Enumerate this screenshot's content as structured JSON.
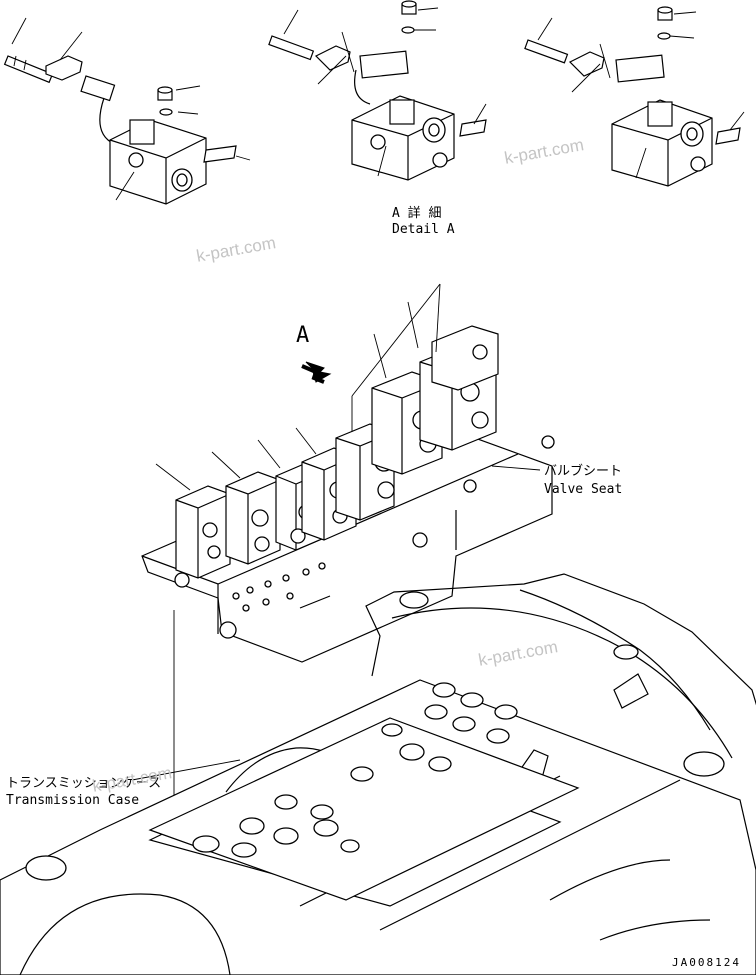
{
  "labels": {
    "detail_jp": "A 詳 細",
    "detail_en": "Detail A",
    "view_marker": "A",
    "valve_seat_jp": "バルブシート",
    "valve_seat_en": "Valve Seat",
    "trans_case_jp": "トランスミッションケース",
    "trans_case_en": "Transmission Case",
    "drawing_number": "JA008124"
  },
  "watermarks": [
    "k-part.com",
    "k-part.com",
    "k-part.com",
    "k-part.com"
  ]
}
